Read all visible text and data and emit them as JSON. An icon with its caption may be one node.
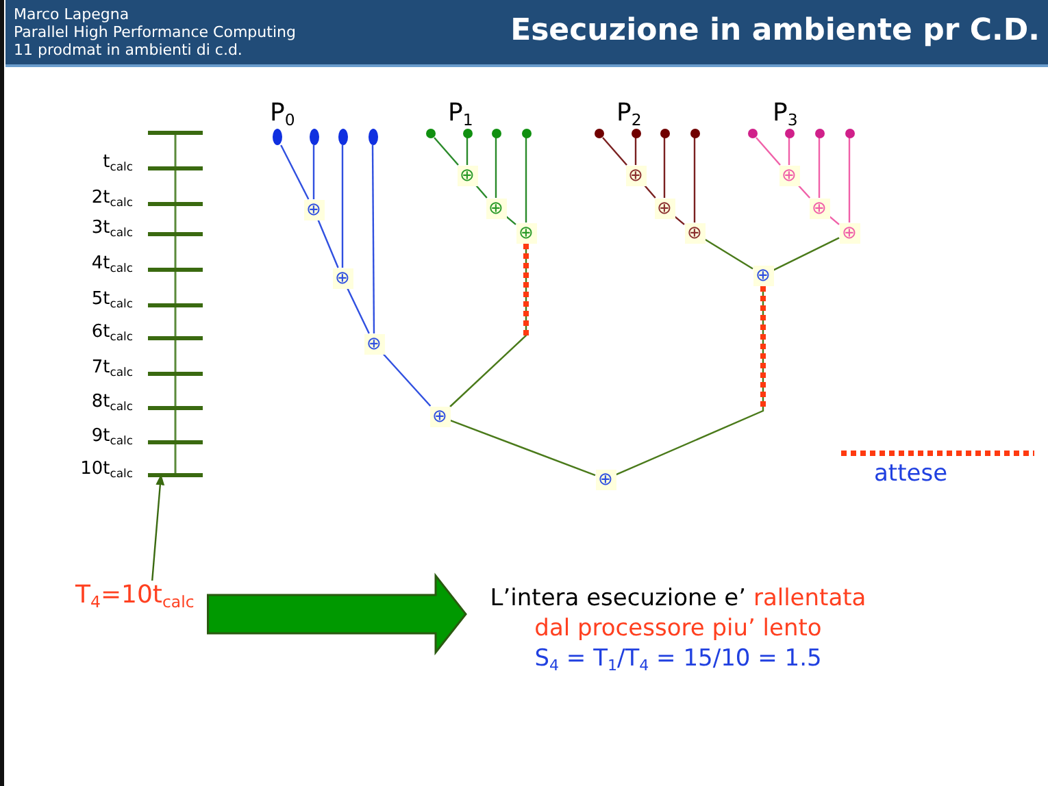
{
  "diagram": {
    "title": "Esecuzione in ambiente pr C.D.",
    "nodes": [
      {
        "text": [],
        "shape": "circle"
      },
      {
        "text": [],
        "shape": "circle"
      },
      {
        "text": [],
        "shape": "circle"
      },
      {
        "text": [],
        "shape": "circle"
      },
      {
        "text": [
          "⊕"
        ]
      },
      {
        "text": [
          "⊕"
        ]
      },
      {
        "text": [
          "⊕"
        ]
      },
      {
        "text": [],
        "shape": "circle"
      },
      {
        "text": [],
        "shape": "circle"
      },
      {
        "text": [],
        "shape": "circle"
      },
      {
        "text": [],
        "shape": "circle"
      },
      {
        "text": [
          "⊕"
        ]
      },
      {
        "text": [
          "⊕"
        ]
      },
      {
        "text": [
          "⊕"
        ]
      },
      {
        "text": [],
        "shape": "circle"
      },
      {
        "text": [],
        "shape": "circle"
      },
      {
        "text": [],
        "shape": "circle"
      },
      {
        "text": [],
        "shape": "circle"
      },
      {
        "text": [
          "⊕"
        ]
      },
      {
        "text": [
          "⊕"
        ]
      },
      {
        "text": [
          "⊕"
        ]
      },
      {
        "text": [],
        "shape": "circle"
      },
      {
        "text": [],
        "shape": "circle"
      },
      {
        "text": [],
        "shape": "circle"
      },
      {
        "text": [],
        "shape": "circle"
      },
      {
        "text": [
          "⊕"
        ]
      },
      {
        "text": [
          "⊕"
        ]
      },
      {
        "text": [
          "⊕"
        ]
      },
      {
        "text": [
          "⊕"
        ]
      },
      {
        "text": [
          "⊕"
        ]
      },
      {
        "text": [
          "⊕"
        ]
      },
      {
        "text": [
          "T$_{4}$=10t$_{calc}$"
        ]
      },
      {
        "text": [
          "L’intera esecuzione e’",
          "rallentata dal processore piu’ lento",
          "S$_{4}$ = T$_{1}$/T$_{4}$ = 15/10 = 1.5"
        ]
      },
      {
        "text": [],
        "shape": "bar",
        "beside": [
          "t$_{calc}$",
          "2t$_{calc}$",
          "3t$_{calc}$",
          "4t$_{calc}$",
          "5t$_{calc}$",
          "6t$_{calc}$",
          "7t$_{calc}$",
          "8t$_{calc}$",
          "9t$_{calc}$",
          "10t$_{calc}$"
        ]
      }
    ],
    "edges": [
      {
        "from": 0,
        "to": 4,
        "arrow": "none",
        "color": "#3050e0"
      },
      {
        "from": 1,
        "to": 4,
        "arrow": "none",
        "color": "#3050e0"
      },
      {
        "from": 4,
        "to": 5,
        "arrow": "none",
        "color": "#3050e0"
      },
      {
        "from": 2,
        "to": 5,
        "arrow": "none",
        "color": "#3050e0"
      },
      {
        "from": 5,
        "to": 6,
        "arrow": "none",
        "color": "#3050e0"
      },
      {
        "from": 3,
        "to": 6,
        "arrow": "none",
        "color": "#3050e0"
      },
      {
        "from": 7,
        "to": 11,
        "arrow": "none",
        "color": "#2a8a2a"
      },
      {
        "from": 8,
        "to": 11,
        "arrow": "none",
        "color": "#2a8a2a"
      },
      {
        "from": 11,
        "to": 12,
        "arrow": "none",
        "color": "#2a8a2a"
      },
      {
        "from": 9,
        "to": 12,
        "arrow": "none",
        "color": "#2a8a2a"
      },
      {
        "from": 12,
        "to": 13,
        "arrow": "none",
        "color": "#2a8a2a"
      },
      {
        "from": 10,
        "to": 13,
        "arrow": "none",
        "color": "#2a8a2a"
      },
      {
        "from": 14,
        "to": 18,
        "arrow": "none",
        "color": "#7a2020"
      },
      {
        "from": 15,
        "to": 18,
        "arrow": "none",
        "color": "#7a2020"
      },
      {
        "from": 18,
        "to": 19,
        "arrow": "none",
        "color": "#7a2020"
      },
      {
        "from": 16,
        "to": 19,
        "arrow": "none",
        "color": "#7a2020"
      },
      {
        "from": 19,
        "to": 20,
        "arrow": "none",
        "color": "#7a2020"
      },
      {
        "from": 17,
        "to": 20,
        "arrow": "none",
        "color": "#7a2020"
      },
      {
        "from": 21,
        "to": 25,
        "arrow": "none",
        "color": "#f060a8"
      },
      {
        "from": 22,
        "to": 25,
        "arrow": "none",
        "color": "#f060a8"
      },
      {
        "from": 25,
        "to": 26,
        "arrow": "none",
        "color": "#f060a8"
      },
      {
        "from": 23,
        "to": 26,
        "arrow": "none",
        "color": "#f060a8"
      },
      {
        "from": 26,
        "to": 27,
        "arrow": "none",
        "color": "#f060a8"
      },
      {
        "from": 24,
        "to": 27,
        "arrow": "none",
        "color": "#f060a8"
      },
      {
        "from": 20,
        "to": 28,
        "arrow": "none",
        "color": "#4a7a1a"
      },
      {
        "from": 27,
        "to": 28,
        "arrow": "none",
        "color": "#4a7a1a"
      },
      {
        "from": 6,
        "to": 29,
        "arrow": "none",
        "color": "#3050e0"
      },
      {
        "from": 13,
        "to": 29,
        "arrow": "none",
        "color": "#4a7a1a"
      },
      {
        "from": 29,
        "to": 30,
        "arrow": "none",
        "color": "#4a7a1a"
      },
      {
        "from": 28,
        "to": 30,
        "arrow": "none",
        "color": "#4a7a1a"
      },
      {
        "from": 31,
        "to": 33,
        "arrow": "to",
        "color": "#3a6a10"
      },
      {
        "from": 31,
        "to": 32,
        "arrow": "to",
        "style": "thick",
        "color": "#009900"
      }
    ],
    "labels": [
      "Marco Lapegna",
      "Parallel High Performance Computing",
      "11 prodmat in ambienti di c.d.",
      "P$_{0}$",
      "P$_{1}$",
      "P$_{2}$",
      "P$_{3}$"
    ],
    "legend": [
      {
        "text": "attese"
      }
    ]
  }
}
